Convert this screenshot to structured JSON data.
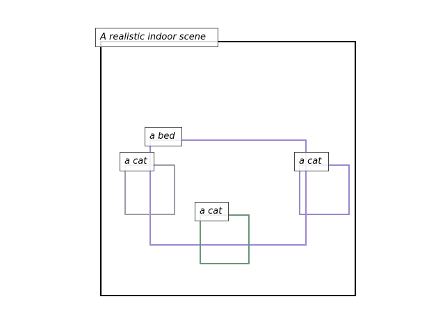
{
  "caption": "A realistic indoor scene",
  "objects": [
    {
      "id": "bed",
      "label": "a bed",
      "color": "#9b86cf"
    },
    {
      "id": "cat1",
      "label": "a cat",
      "color": "#a09aa8"
    },
    {
      "id": "cat2",
      "label": "a cat",
      "color": "#9b86cf"
    },
    {
      "id": "cat3",
      "label": "a cat",
      "color": "#6a9479"
    }
  ],
  "frame_color": "#000000"
}
